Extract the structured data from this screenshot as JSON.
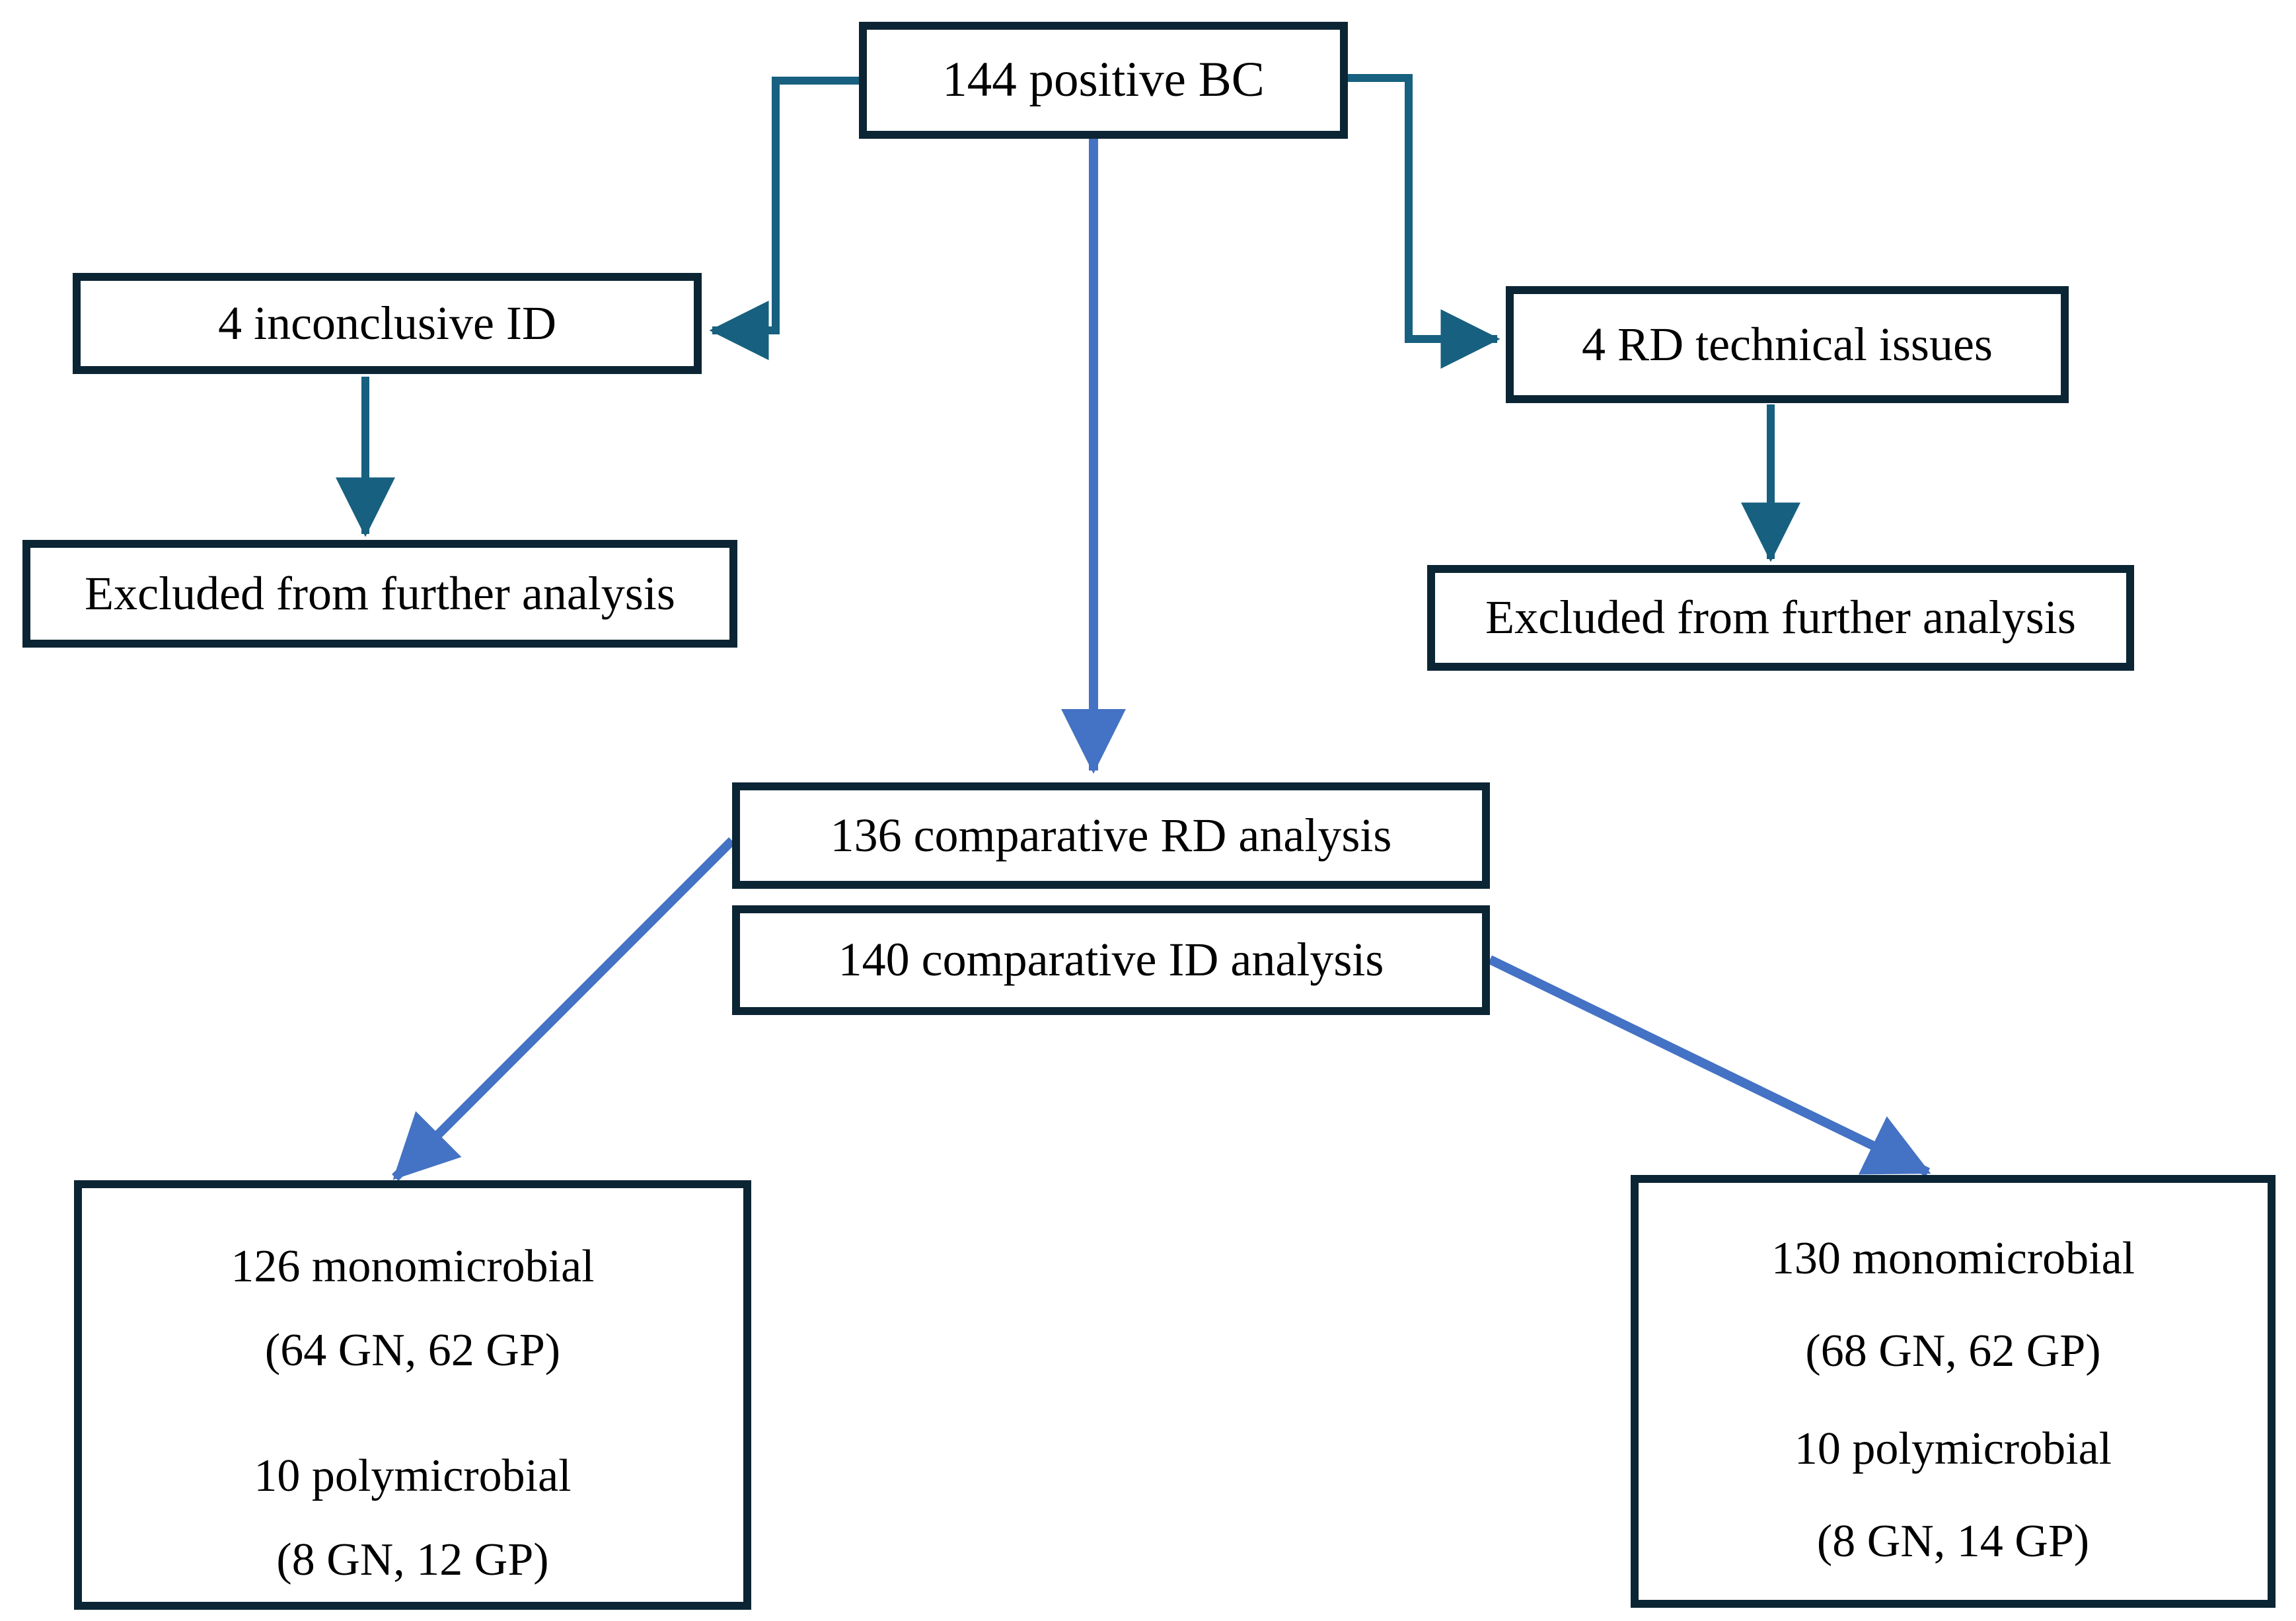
{
  "colors": {
    "background": "#ffffff",
    "box_border": "#0c2534",
    "teal_connector": "#176080",
    "blue_connector": "#4472c4",
    "text": "#000000"
  },
  "flowchart": {
    "top_label": "144 positive BC",
    "left_branch": {
      "exclusion_label": "4 inconclusive ID",
      "outcome_label": "Excluded from further analysis"
    },
    "right_branch": {
      "exclusion_label": "4 RD technical issues",
      "outcome_label": "Excluded from further analysis"
    },
    "center": {
      "rd_label": "136 comparative RD analysis",
      "id_label": "140 comparative ID analysis"
    },
    "bottom_left": {
      "lines": [
        "126 monomicrobial",
        "(64 GN, 62 GP)",
        "10 polymicrobial",
        "(8 GN, 12 GP)"
      ]
    },
    "bottom_right": {
      "lines": [
        "130 monomicrobial",
        "(68 GN, 62 GP)",
        "10 polymicrobial",
        "(8 GN, 14 GP)"
      ]
    }
  }
}
